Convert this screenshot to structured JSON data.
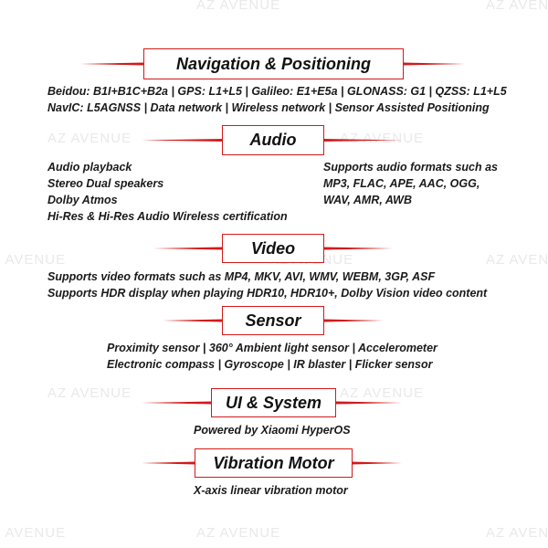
{
  "watermark": "AZ AVENUE",
  "accent_color": "#d21a1a",
  "sections": {
    "navigation": {
      "title": "Navigation & Positioning",
      "lines": [
        "Beidou: B1I+B1C+B2a | GPS: L1+L5 | Galileo: E1+E5a | GLONASS: G1 | QZSS: L1+L5",
        "NavIC: L5AGNSS | Data network | Wireless network | Sensor Assisted Positioning"
      ]
    },
    "audio": {
      "title": "Audio",
      "left_lines": [
        "Audio playback",
        "Stereo Dual speakers",
        "Dolby Atmos",
        "Hi-Res & Hi-Res Audio Wireless certification"
      ],
      "right_lines": [
        "Supports audio formats such as",
        "MP3, FLAC, APE, AAC, OGG,",
        "WAV, AMR, AWB"
      ]
    },
    "video": {
      "title": "Video",
      "lines": [
        "Supports video formats such as MP4, MKV, AVI, WMV, WEBM, 3GP, ASF",
        "Supports HDR display when playing HDR10, HDR10+, Dolby Vision video content"
      ]
    },
    "sensor": {
      "title": "Sensor",
      "lines": [
        "Proximity sensor | 360° Ambient light sensor | Accelerometer",
        "Electronic compass | Gyroscope | IR blaster | Flicker sensor"
      ]
    },
    "ui_system": {
      "title": "UI & System",
      "lines": [
        "Powered by Xiaomi HyperOS"
      ]
    },
    "vibration": {
      "title": "Vibration Motor",
      "lines": [
        "X-axis linear vibration motor"
      ]
    }
  }
}
